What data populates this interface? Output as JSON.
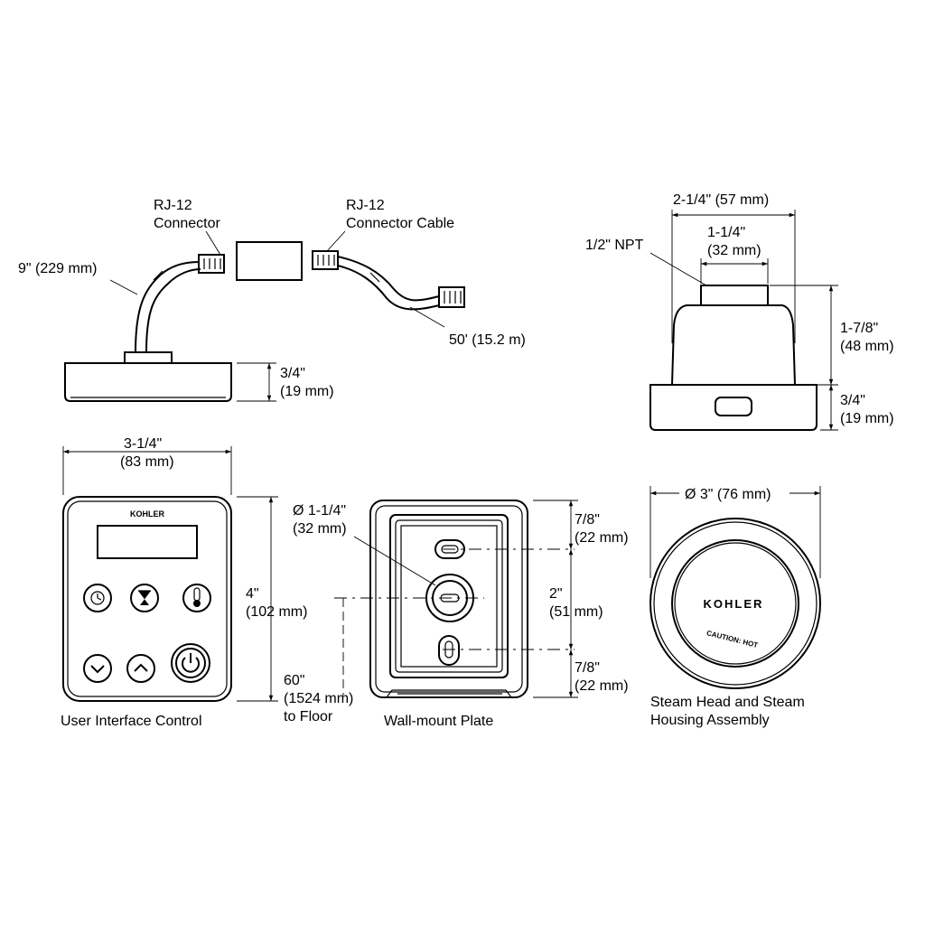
{
  "cable_view": {
    "left_connector_label": [
      "RJ-12",
      "Connector"
    ],
    "right_connector_label": [
      "RJ-12",
      "Connector Cable"
    ],
    "short_cable_length": "9\" (229 mm)",
    "long_cable_length": "50' (15.2 m)",
    "base_height": [
      "3/4\"",
      "(19 mm)"
    ]
  },
  "steam_side_view": {
    "overall_width": "2-1/4\" (57 mm)",
    "thread_label": "1/2\" NPT",
    "thread_width": [
      "1-1/4\"",
      "(32 mm)"
    ],
    "dome_height": [
      "1-7/8\"",
      "(48 mm)"
    ],
    "base_height": [
      "3/4\"",
      "(19 mm)"
    ]
  },
  "ui_control": {
    "width": [
      "3-1/4\"",
      "(83 mm)"
    ],
    "height": [
      "4\"",
      "(102 mm)"
    ],
    "brand": "KOHLER",
    "caption": "User Interface Control"
  },
  "wall_plate": {
    "hole_diameter": [
      "Ø 1-1/4\"",
      "(32 mm)"
    ],
    "floor_height": [
      "60\"",
      "(1524 mm)",
      "to Floor"
    ],
    "top_spacing": [
      "7/8\"",
      "(22 mm)"
    ],
    "middle_spacing": [
      "2\"",
      "(51 mm)"
    ],
    "bottom_spacing": [
      "7/8\"",
      "(22 mm)"
    ],
    "caption": "Wall-mount Plate"
  },
  "steam_head": {
    "diameter": "Ø 3\" (76 mm)",
    "brand": "KOHLER",
    "caution": "CAUTION: HOT",
    "caption": [
      "Steam Head and Steam",
      "Housing Assembly"
    ]
  }
}
